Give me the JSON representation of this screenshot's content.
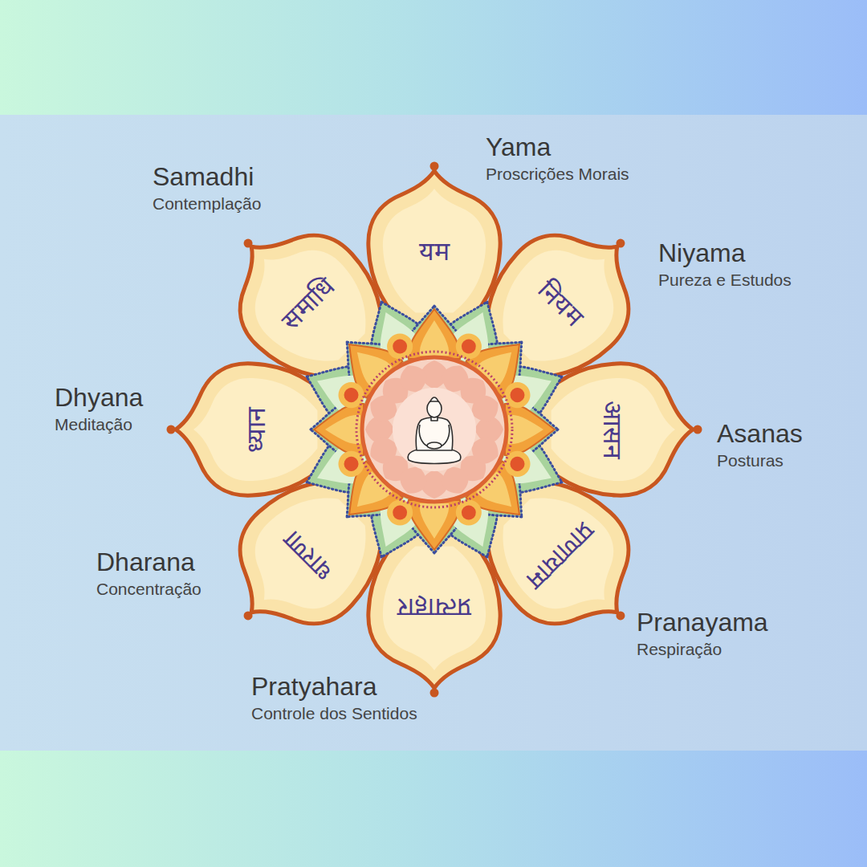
{
  "diagram": {
    "nodes": [
      {
        "text": [
          "यम",
          "Yama",
          "Proscrições Morais"
        ]
      },
      {
        "text": [
          "नियम",
          "Niyama",
          "Pureza e Estudos"
        ]
      },
      {
        "text": [
          "आसन",
          "Asanas",
          "Posturas"
        ]
      },
      {
        "text": [
          "प्राणायाम",
          "Pranayama",
          "Respiração"
        ]
      },
      {
        "text": [
          "प्रत्याहार",
          "Pratyahara",
          "Controle dos Sentidos"
        ]
      },
      {
        "text": [
          "धारणा",
          "Dharana",
          "Concentração"
        ]
      },
      {
        "text": [
          "ध्यान",
          "Dhyana",
          "Meditação"
        ]
      },
      {
        "text": [
          "समाधि",
          "Samadhi",
          "Contemplação"
        ]
      }
    ]
  }
}
